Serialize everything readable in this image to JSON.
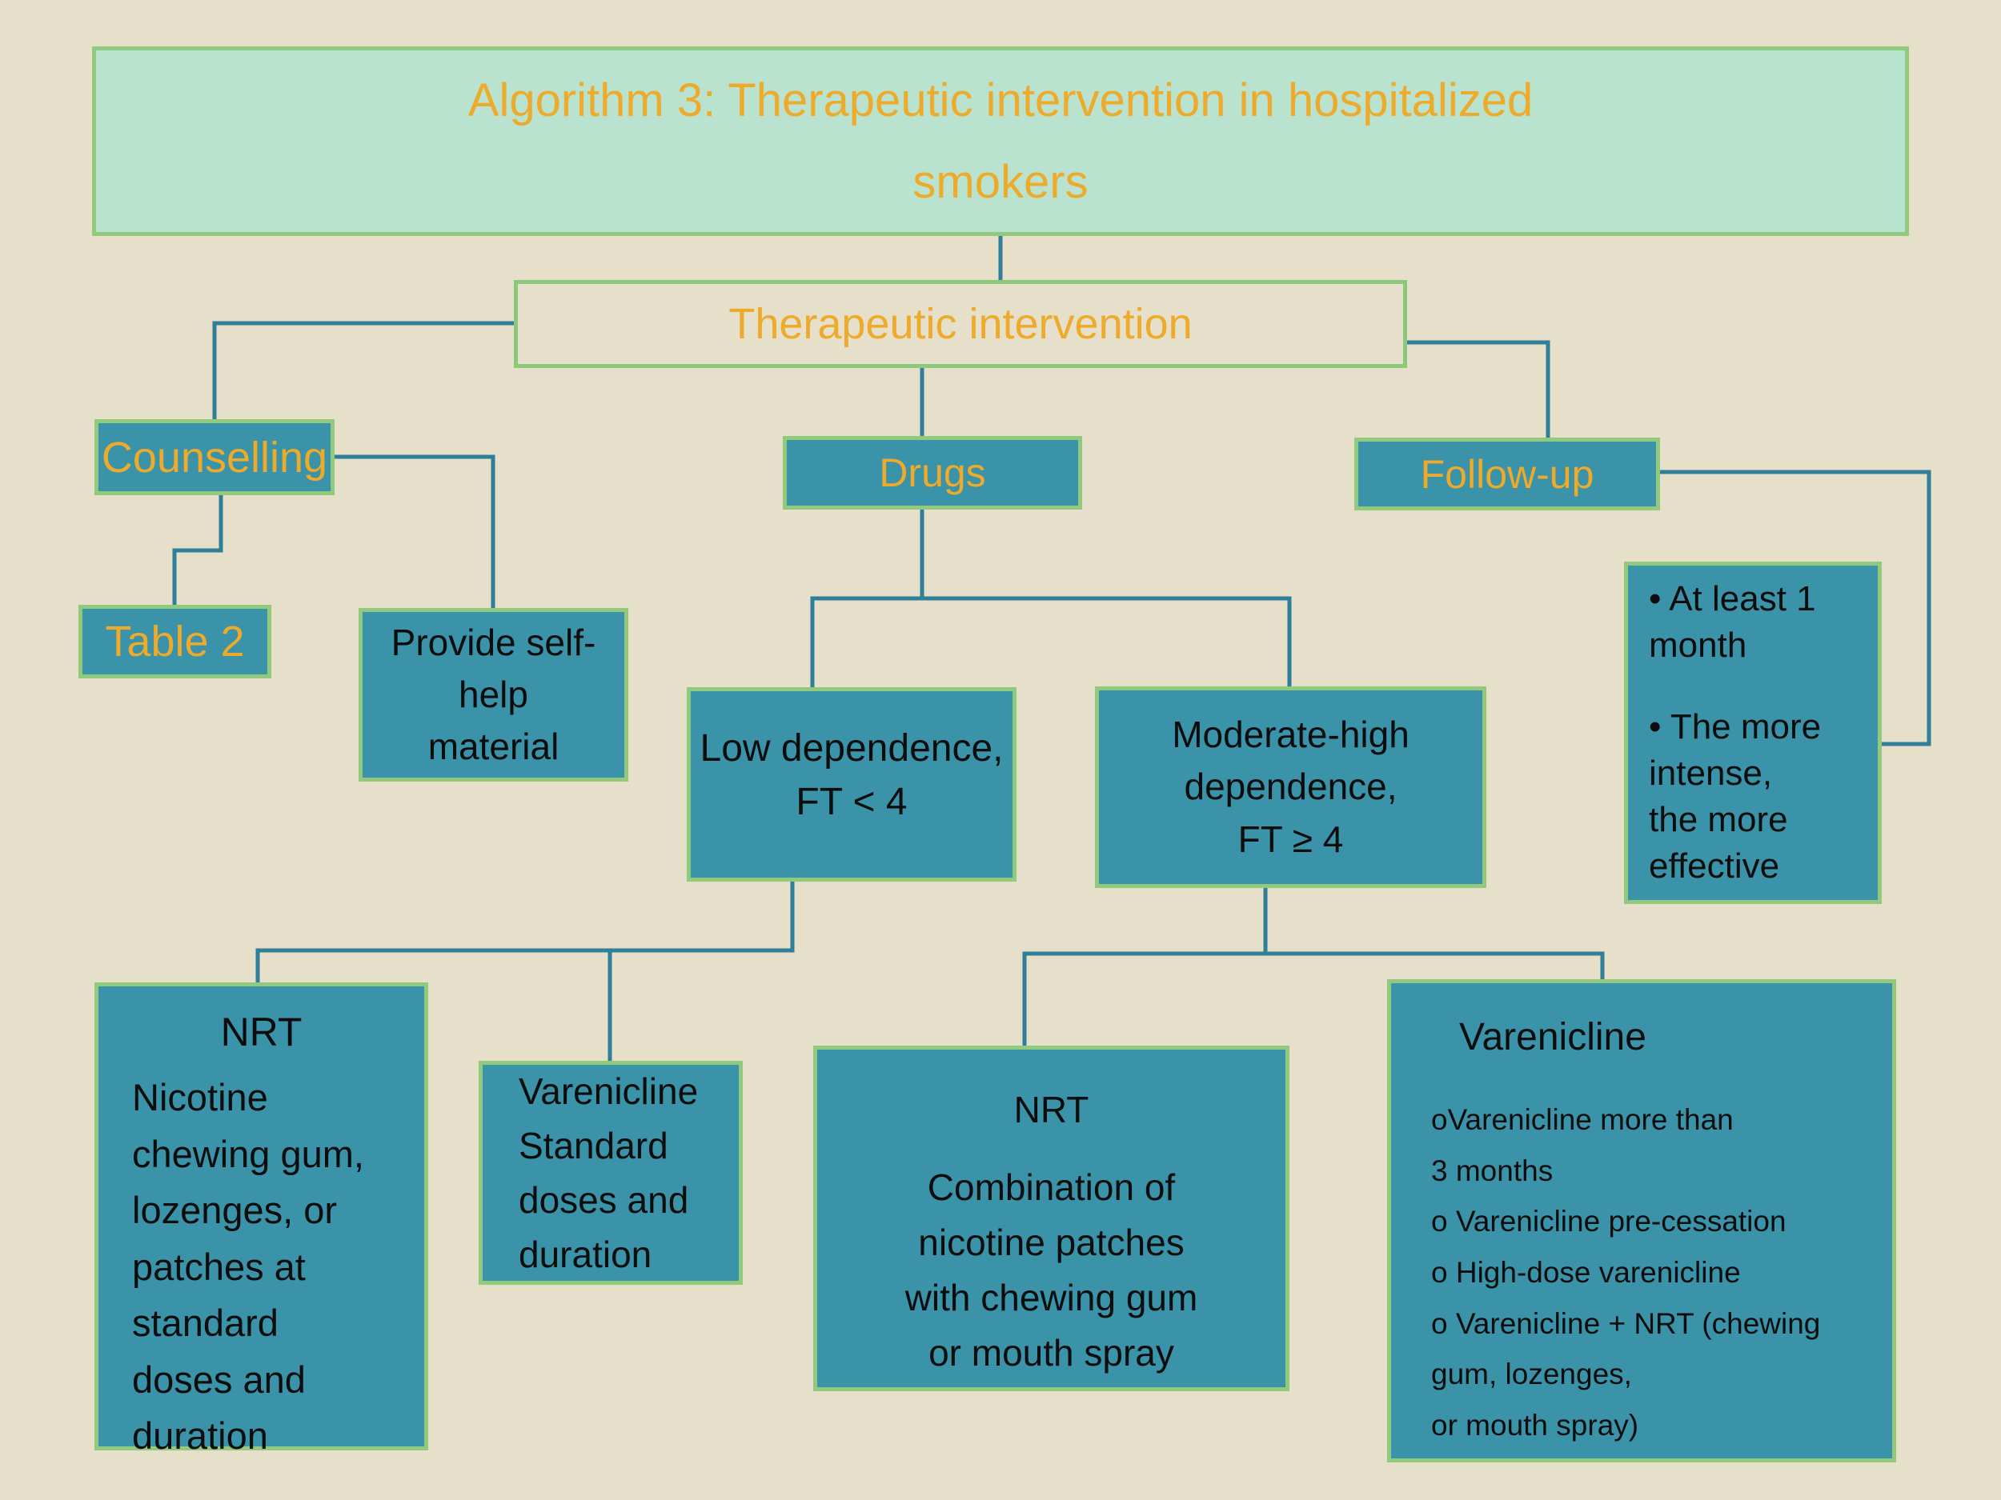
{
  "palette": {
    "background": "#e6dfca",
    "box_fill": "#3a93a8",
    "box_border": "#92ca7d",
    "title_fill": "#b9e3cf",
    "orange_text": "#edaa2b",
    "black_text": "#0d0d0d",
    "connector": "#2f7f99"
  },
  "title": {
    "text": "Algorithm 3: Therapeutic intervention in hospitalized\nsmokers"
  },
  "nodes": {
    "therapeutic": {
      "label": "Therapeutic intervention"
    },
    "counselling": {
      "label": "Counselling"
    },
    "table2": {
      "label": "Table 2"
    },
    "self_help": {
      "label": "Provide self-\nhelp\nmaterial"
    },
    "drugs": {
      "label": "Drugs"
    },
    "follow_up": {
      "label": "Follow-up"
    },
    "follow_up_details": {
      "bullets": [
        "• At least 1\nmonth",
        "• The more\nintense,\nthe more\neffective"
      ]
    },
    "low_dependence": {
      "label": "Low dependence,\nFT < 4"
    },
    "moderate_dependence": {
      "label": "Moderate-high\ndependence,\nFT ≥ 4"
    },
    "nrt_low": {
      "heading": "NRT",
      "body": "Nicotine\nchewing gum,\nlozenges, or\npatches at\nstandard\ndoses and\nduration"
    },
    "varenicline_low": {
      "body": "Varenicline\nStandard\ndoses and\nduration"
    },
    "nrt_moderate": {
      "heading": "NRT",
      "body": "Combination of\nnicotine patches\nwith chewing gum\nor mouth spray"
    },
    "varenicline_moderate": {
      "heading": "Varenicline",
      "body": "oVarenicline more than\n3 months\no Varenicline pre-cessation\no High-dose varenicline\no Varenicline + NRT (chewing\ngum, lozenges,\nor mouth spray)"
    }
  }
}
